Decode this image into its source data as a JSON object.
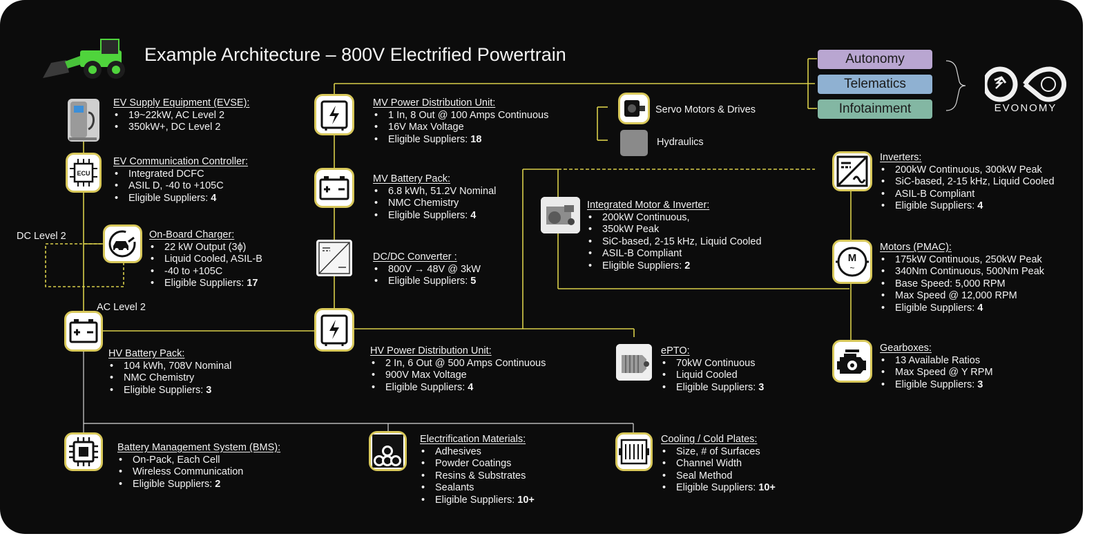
{
  "title": "Example Architecture – 800V Electrified Powertrain",
  "brand": "EVONOMY",
  "colors": {
    "background": "#0c0c0c",
    "wire": "#d9cf4a",
    "wire_white": "#d8d8d8",
    "icon_outline": "#d8c85a",
    "autonomy": "#b9a6d1",
    "telematics": "#8fb1d2",
    "infotainment": "#83b7a3"
  },
  "pills": {
    "autonomy": "Autonomy",
    "telematics": "Telematics",
    "infotainment": "Infotainment"
  },
  "labels": {
    "dc_level_2": "DC Level 2",
    "ac_level_2": "AC Level 2",
    "servo": "Servo Motors & Drives",
    "hydraulics": "Hydraulics"
  },
  "components": {
    "evse": {
      "title": "EV Supply Equipment (EVSE):",
      "icon": "charger-station-icon",
      "items": [
        {
          "text": "19~22kW, AC Level 2"
        },
        {
          "text": "350kW+, DC Level 2"
        }
      ]
    },
    "ecc": {
      "title": "EV Communication Controller:",
      "icon": "ecu-chip-icon",
      "items": [
        {
          "text": "Integrated DCFC"
        },
        {
          "text": "ASIL D, -40 to +105C"
        },
        {
          "text": "Eligible Suppliers: ",
          "bold": "4"
        }
      ]
    },
    "obc": {
      "title": "On-Board Charger:",
      "icon": "car-charging-icon",
      "items": [
        {
          "text": "22 kW Output (3ɸ)"
        },
        {
          "text": "Liquid Cooled, ASIL-B"
        },
        {
          "text": "-40 to +105C"
        },
        {
          "text": "Eligible Suppliers: ",
          "bold": "17"
        }
      ]
    },
    "hv_battery": {
      "title": "HV Battery Pack:",
      "icon": "battery-icon",
      "items": [
        {
          "text": "104 kWh, 708V Nominal"
        },
        {
          "text": "NMC Chemistry"
        },
        {
          "text": "Eligible Suppliers: ",
          "bold": "3"
        }
      ]
    },
    "bms": {
      "title": "Battery Management System (BMS):",
      "icon": "processor-chip-icon",
      "items": [
        {
          "text": "On-Pack, Each Cell"
        },
        {
          "text": "Wireless Communication"
        },
        {
          "text": "Eligible Suppliers: ",
          "bold": "2"
        }
      ]
    },
    "mv_pdu": {
      "title": "MV Power Distribution Unit:",
      "icon": "power-distribution-icon",
      "items": [
        {
          "text": "1 In, 8 Out @ 100 Amps Continuous"
        },
        {
          "text": "16V Max Voltage"
        },
        {
          "text": "Eligible Suppliers: ",
          "bold": "18"
        }
      ]
    },
    "mv_battery": {
      "title": "MV Battery Pack:",
      "icon": "battery-icon",
      "items": [
        {
          "text": "6.8 kWh, 51.2V Nominal"
        },
        {
          "text": "NMC Chemistry"
        },
        {
          "text": "Eligible Suppliers: ",
          "bold": "4"
        }
      ]
    },
    "dcdc": {
      "title": "DC/DC Converter :",
      "icon": "dc-dc-converter-icon",
      "items": [
        {
          "text": "800V → 48V @ 3kW"
        },
        {
          "text": "Eligible Suppliers: ",
          "bold": "5"
        }
      ]
    },
    "hv_pdu": {
      "title": "HV Power Distribution Unit:",
      "icon": "power-distribution-icon",
      "items": [
        {
          "text": "2 In, 6 Out @ 500 Amps Continuous"
        },
        {
          "text": "900V Max Voltage"
        },
        {
          "text": "Eligible Suppliers: ",
          "bold": "4"
        }
      ]
    },
    "materials": {
      "title": "Electrification Materials:",
      "icon": "pipes-icon",
      "items": [
        {
          "text": "Adhesives"
        },
        {
          "text": "Powder Coatings"
        },
        {
          "text": "Resins & Substrates"
        },
        {
          "text": "Sealants"
        },
        {
          "text": "Eligible Suppliers: ",
          "bold": "10+"
        }
      ]
    },
    "motor_inverter": {
      "title": "Integrated Motor & Inverter:",
      "icon": "motor-inverter-photo-icon",
      "items": [
        {
          "text": "200kW Continuous,"
        },
        {
          "text": "350kW Peak"
        },
        {
          "text": "SiC-based, 2-15 kHz, Liquid Cooled"
        },
        {
          "text": "ASIL-B Compliant"
        },
        {
          "text": "Eligible Suppliers: ",
          "bold": "2"
        }
      ]
    },
    "epto": {
      "title": "ePTO:",
      "icon": "epto-motor-photo-icon",
      "items": [
        {
          "text": "70kW Continuous"
        },
        {
          "text": "Liquid Cooled"
        },
        {
          "text": "Eligible Suppliers: ",
          "bold": "3"
        }
      ]
    },
    "cooling": {
      "title": "Cooling / Cold Plates:",
      "icon": "cold-plate-icon",
      "items": [
        {
          "text": "Size, # of Surfaces"
        },
        {
          "text": "Channel Width"
        },
        {
          "text": "Seal Method"
        },
        {
          "text": "Eligible Suppliers: ",
          "bold": "10+"
        }
      ]
    },
    "inverters": {
      "title": "Inverters:",
      "icon": "inverter-icon",
      "items": [
        {
          "text": "200kW Continuous, 300kW Peak"
        },
        {
          "text": "SiC-based, 2-15 kHz, Liquid Cooled"
        },
        {
          "text": "ASIL-B Compliant"
        },
        {
          "text": "Eligible Suppliers: ",
          "bold": "4"
        }
      ]
    },
    "motors": {
      "title": "Motors (PMAC):",
      "icon": "motor-icon",
      "items": [
        {
          "text": "175kW Continuous, 250kW Peak"
        },
        {
          "text": "340Nm Continuous, 500Nm Peak"
        },
        {
          "text": "Base Speed:  5,000 RPM"
        },
        {
          "text": "Max Speed @ 12,000 RPM"
        },
        {
          "text": "Eligible Suppliers: ",
          "bold": "4"
        }
      ]
    },
    "gearboxes": {
      "title": "Gearboxes:",
      "icon": "engine-gear-icon",
      "items": [
        {
          "text": "13 Available Ratios"
        },
        {
          "text": "Max Speed @ Y RPM"
        },
        {
          "text": "Eligible Suppliers: ",
          "bold": "3"
        }
      ]
    }
  }
}
